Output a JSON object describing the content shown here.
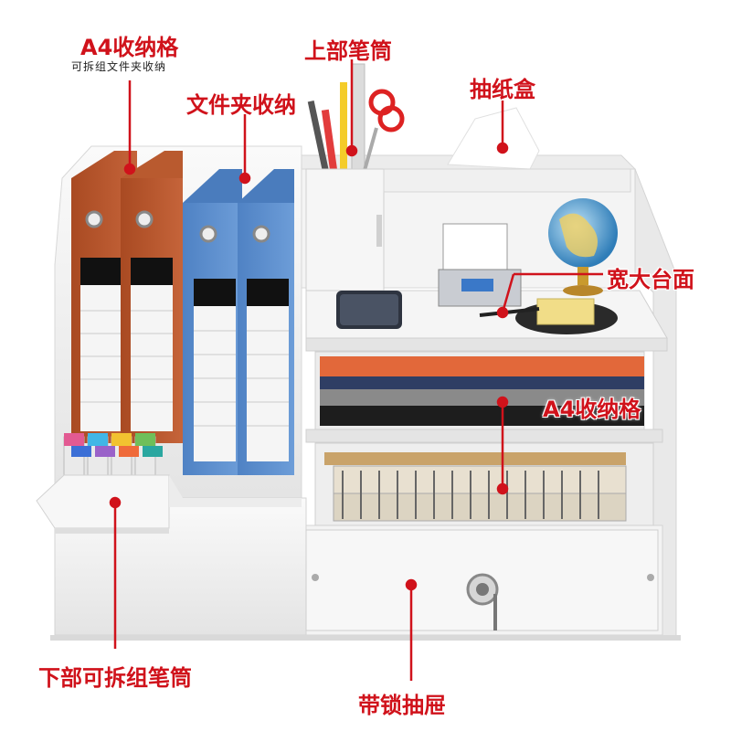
{
  "callouts": {
    "a4_slot_top": "A4收纳格",
    "a4_slot_top_sub": "可拆组文件夹收纳",
    "pen_holder_top": "上部笔筒",
    "tissue_box": "抽纸盒",
    "folder_storage": "文件夹收纳",
    "wide_surface": "宽大台面",
    "a4_slot_middle": "A4收纳格",
    "bottom_pen_holder": "下部可拆组笔筒",
    "lock_drawer": "带锁抽屉"
  },
  "colors": {
    "accent": "#d0121b",
    "folder_orange": "#b5552b",
    "folder_blue": "#5b8fcf",
    "cabinet": "#f2f2f2"
  }
}
